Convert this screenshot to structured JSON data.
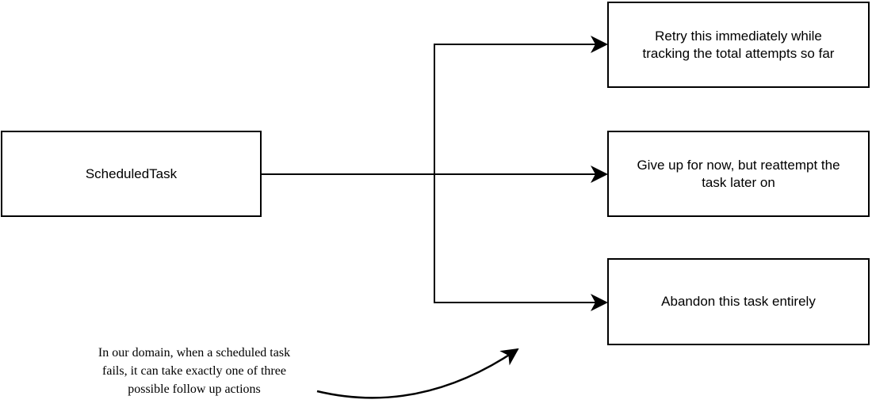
{
  "diagram": {
    "source": {
      "label": "ScheduledTask"
    },
    "outcomes": [
      {
        "label": "Retry this immediately while\ntracking the total attempts so far"
      },
      {
        "label": "Give up for now, but reattempt the\ntask later on"
      },
      {
        "label": "Abandon this task entirely"
      }
    ],
    "annotation": {
      "lines": [
        "In our domain, when a scheduled task",
        "fails, it can take exactly one of three",
        "possible follow up actions"
      ]
    }
  },
  "colors": {
    "stroke": "#000000",
    "background": "#ffffff"
  }
}
